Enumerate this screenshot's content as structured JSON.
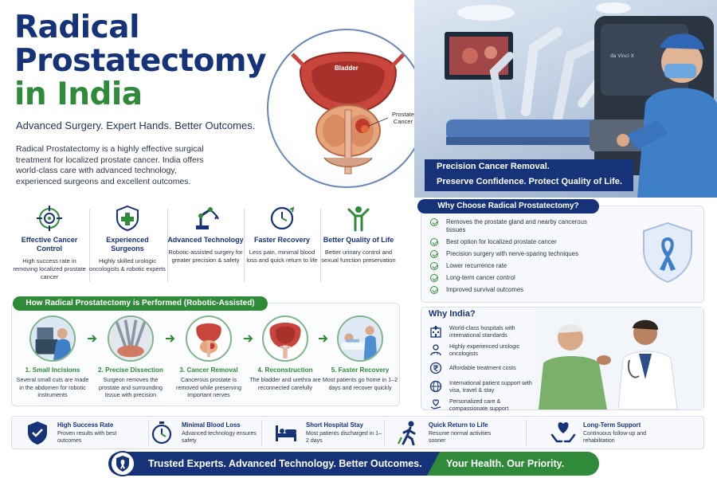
{
  "header": {
    "title_line1": "Radical",
    "title_line2": "Prostatectomy",
    "title_line3": "in India",
    "tagline": "Advanced Surgery. Expert Hands. Better Outcomes.",
    "intro": "Radical Prostatectomy is a highly effective surgical treatment for localized prostate cancer. India offers world-class care with advanced technology, experienced surgeons and excellent outcomes."
  },
  "anatomy": {
    "label_bladder": "Bladder",
    "label_prostate": "Prostate Cancer"
  },
  "photo": {
    "machine_label": "da Vinci X",
    "banner_line1": "Precision Cancer Removal.",
    "banner_line2": "Preserve Confidence. Protect Quality of Life."
  },
  "features": [
    {
      "icon": "target-icon",
      "title": "Effective Cancer Control",
      "desc": "High success rate in removing localized prostate cancer"
    },
    {
      "icon": "shield-cross-icon",
      "title": "Experienced Surgeons",
      "desc": "Highly skilled urologic oncologists & robotic experts"
    },
    {
      "icon": "robot-arm-icon",
      "title": "Advanced Technology",
      "desc": "Robotic-assisted surgery for greater precision & safety"
    },
    {
      "icon": "clock-icon",
      "title": "Faster Recovery",
      "desc": "Less pain, minimal blood loss and quick return to life"
    },
    {
      "icon": "person-icon",
      "title": "Better Quality of Life",
      "desc": "Better urinary control and sexual function preservation"
    }
  ],
  "why_choose": {
    "title": "Why Choose Radical Prostatectomy?",
    "items": [
      "Removes the prostate gland and nearby cancerous tissues",
      "Best option for localized prostate cancer",
      "Precision surgery with nerve-sparing techniques",
      "Lower recurrence rate",
      "Long-term cancer control",
      "Improved survival outcomes"
    ]
  },
  "how": {
    "title": "How Radical Prostatectomy is Performed (Robotic-Assisted)",
    "steps": [
      {
        "title": "1. Small Incisions",
        "desc": "Several small cuts are made in the abdomen for robotic instruments"
      },
      {
        "title": "2. Precise Dissection",
        "desc": "Surgeon removes the prostate and surrounding tissue with precision"
      },
      {
        "title": "3. Cancer Removal",
        "desc": "Cancerous prostate is removed while preserving important nerves"
      },
      {
        "title": "4. Reconstruction",
        "desc": "The bladder and urethra are reconnected carefully"
      },
      {
        "title": "5. Faster Recovery",
        "desc": "Most patients go home in 1–2 days and recover quickly"
      }
    ]
  },
  "why_india": {
    "title": "Why India?",
    "items": [
      {
        "icon": "hospital-icon",
        "text": "World-class hospitals with international standards"
      },
      {
        "icon": "doctor-icon",
        "text": "Highly experienced urologic oncologists"
      },
      {
        "icon": "rupee-icon",
        "text": "Affordable treatment costs"
      },
      {
        "icon": "globe-icon",
        "text": "International patient support with visa, travel & stay"
      },
      {
        "icon": "heart-hand-icon",
        "text": "Personalized care & compassionate support"
      }
    ]
  },
  "stats": [
    {
      "icon": "shield-check-icon",
      "title": "High Success Rate",
      "desc": "Proven results with best outcomes"
    },
    {
      "icon": "stopwatch-icon",
      "title": "Minimal Blood Loss",
      "desc": "Advanced technology ensures safety"
    },
    {
      "icon": "bed-icon",
      "title": "Short Hospital Stay",
      "desc": "Most patients discharged in 1–2 days"
    },
    {
      "icon": "walking-icon",
      "title": "Quick Return to Life",
      "desc": "Resume normal activities sooner"
    },
    {
      "icon": "hands-heart-icon",
      "title": "Long-Term Support",
      "desc": "Continuous follow-up and rehabilitation"
    }
  ],
  "footer": {
    "left": "Trusted Experts. Advanced Technology. Better Outcomes.",
    "right": "Your Health. Our Priority."
  },
  "colors": {
    "navy": "#16337a",
    "green": "#2f8a3a",
    "text": "#2b3546"
  }
}
